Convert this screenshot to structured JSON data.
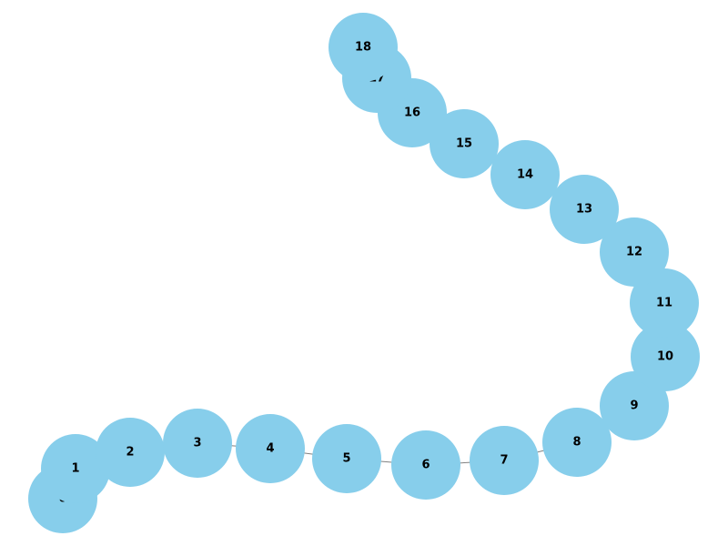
{
  "graph": {
    "nodes": [
      {
        "id": 0,
        "label": "0"
      },
      {
        "id": 1,
        "label": "1"
      },
      {
        "id": 2,
        "label": "2"
      },
      {
        "id": 3,
        "label": "3"
      },
      {
        "id": 4,
        "label": "4"
      },
      {
        "id": 5,
        "label": "5"
      },
      {
        "id": 6,
        "label": "6"
      },
      {
        "id": 7,
        "label": "7"
      },
      {
        "id": 8,
        "label": "8"
      },
      {
        "id": 9,
        "label": "9"
      },
      {
        "id": 10,
        "label": "10"
      },
      {
        "id": 11,
        "label": "11"
      },
      {
        "id": 12,
        "label": "12"
      },
      {
        "id": 13,
        "label": "13"
      },
      {
        "id": 14,
        "label": "14"
      },
      {
        "id": 15,
        "label": "15"
      },
      {
        "id": 16,
        "label": "16"
      },
      {
        "id": 17,
        "label": "17"
      },
      {
        "id": 18,
        "label": "18"
      }
    ],
    "edges": [
      [
        0,
        1
      ],
      [
        1,
        2
      ],
      [
        2,
        3
      ],
      [
        3,
        4
      ],
      [
        4,
        5
      ],
      [
        5,
        6
      ],
      [
        6,
        7
      ],
      [
        7,
        8
      ],
      [
        8,
        9
      ],
      [
        9,
        10
      ],
      [
        10,
        11
      ],
      [
        11,
        12
      ],
      [
        12,
        13
      ],
      [
        13,
        14
      ],
      [
        14,
        15
      ],
      [
        15,
        16
      ],
      [
        16,
        17
      ],
      [
        17,
        18
      ]
    ],
    "node_color": "#87ceeb",
    "edge_color": "#808080",
    "label_color": "#000000"
  }
}
